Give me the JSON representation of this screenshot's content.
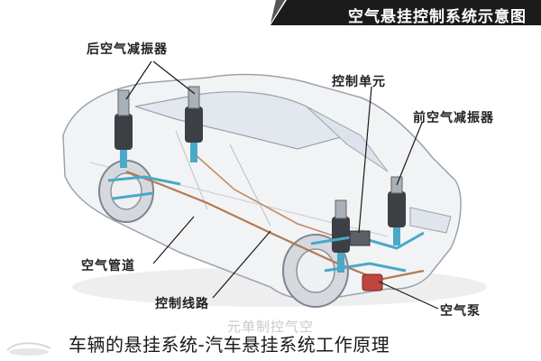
{
  "header": {
    "title": "空气悬挂控制系统示意图",
    "banner_color": "#1b1b1b"
  },
  "callouts": {
    "rear_air_shock": "后空气减振器",
    "control_unit": "控制单元",
    "front_air_shock": "前空气减振器",
    "air_pipe": "空气管道",
    "control_line": "控制线路",
    "air_pump": "空气泵"
  },
  "watermark": "元单制控气空",
  "caption": "车辆的悬挂系统-汽车悬挂系统工作原理",
  "colors": {
    "car_body": "#f2f3f5",
    "car_outline": "#9aa3ad",
    "pipe": "#b07a52",
    "suspension": "#4aa8c8",
    "leader": "#1a1a1a"
  }
}
